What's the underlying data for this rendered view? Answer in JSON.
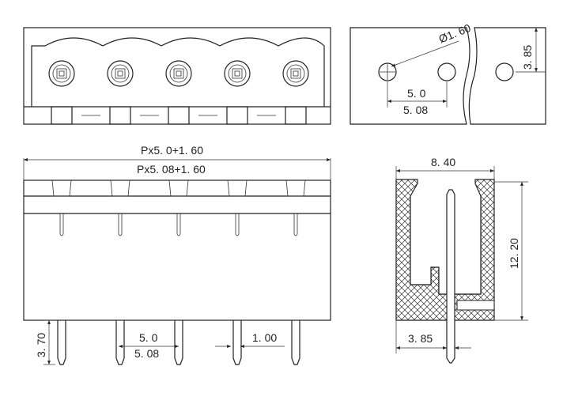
{
  "top_view": {
    "pin_count": 5
  },
  "detail_view": {
    "hole_diameter": "Ø1. 60",
    "pitch_a": "5. 0",
    "pitch_b": "5. 08",
    "offset": "3. 85"
  },
  "front_view": {
    "length_a": "Px5. 0+1. 60",
    "length_b": "Px5. 08+1. 60",
    "pin_length": "3. 70",
    "pitch_a": "5. 0",
    "pitch_b": "5. 08",
    "pin_width": "1. 00"
  },
  "side_view": {
    "width": "8. 40",
    "height": "12. 20",
    "pin_offset": "3. 85"
  },
  "colors": {
    "line": "#222222",
    "background": "#ffffff"
  }
}
